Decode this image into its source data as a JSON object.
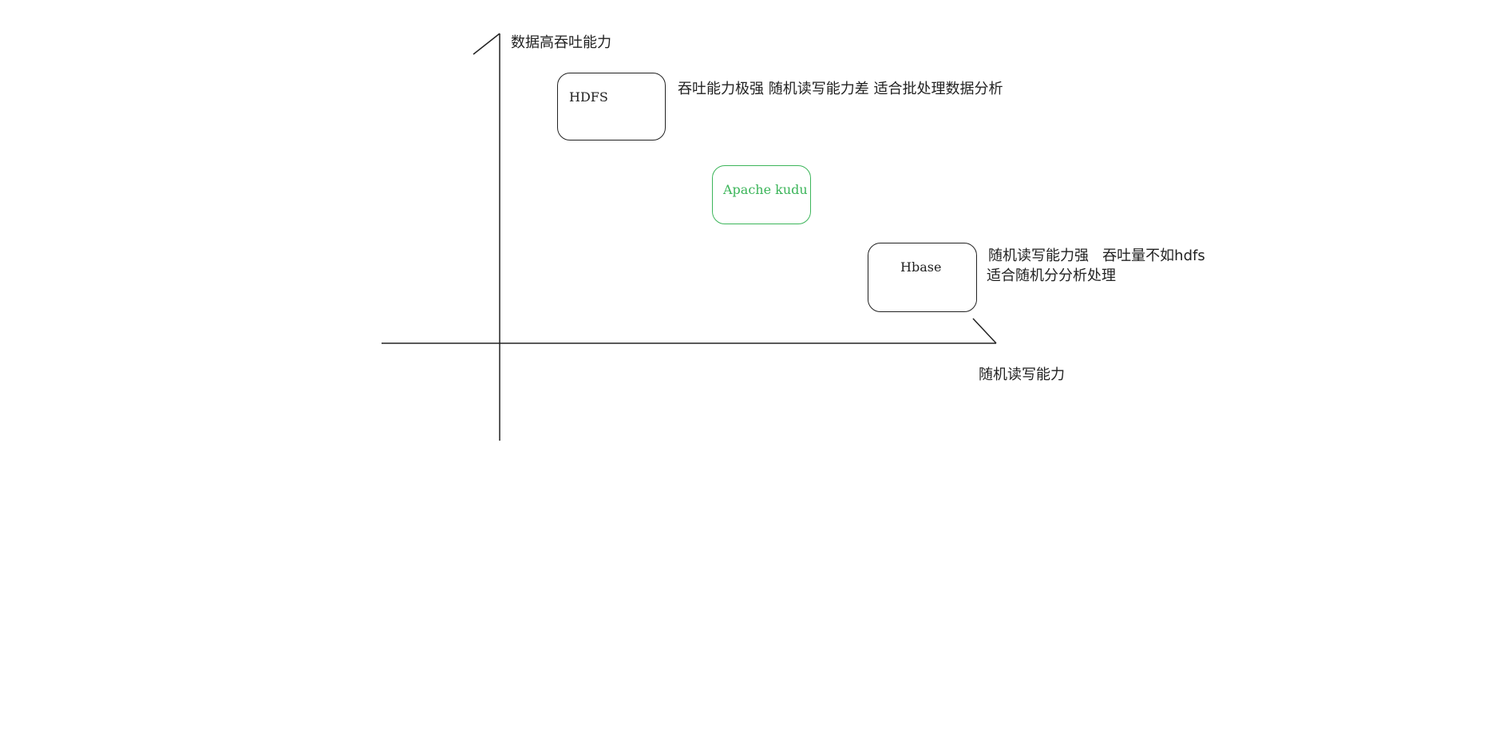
{
  "diagram": {
    "y_axis_label": "数据高吞吐能力",
    "x_axis_label": "随机读写能力",
    "nodes": [
      {
        "id": "hdfs",
        "label": "HDFS",
        "color": "#222222"
      },
      {
        "id": "kudu",
        "label": "Apache kudu",
        "color": "#3cb55a"
      },
      {
        "id": "hbase",
        "label": "Hbase",
        "color": "#222222"
      }
    ],
    "annotations": {
      "hdfs": "吞吐能力极强 随机读写能力差 适合批处理数据分析",
      "hbase_line1": "随机读写能力强   吞吐量不如hdfs",
      "hbase_line2": "适合随机分分析处理"
    }
  }
}
